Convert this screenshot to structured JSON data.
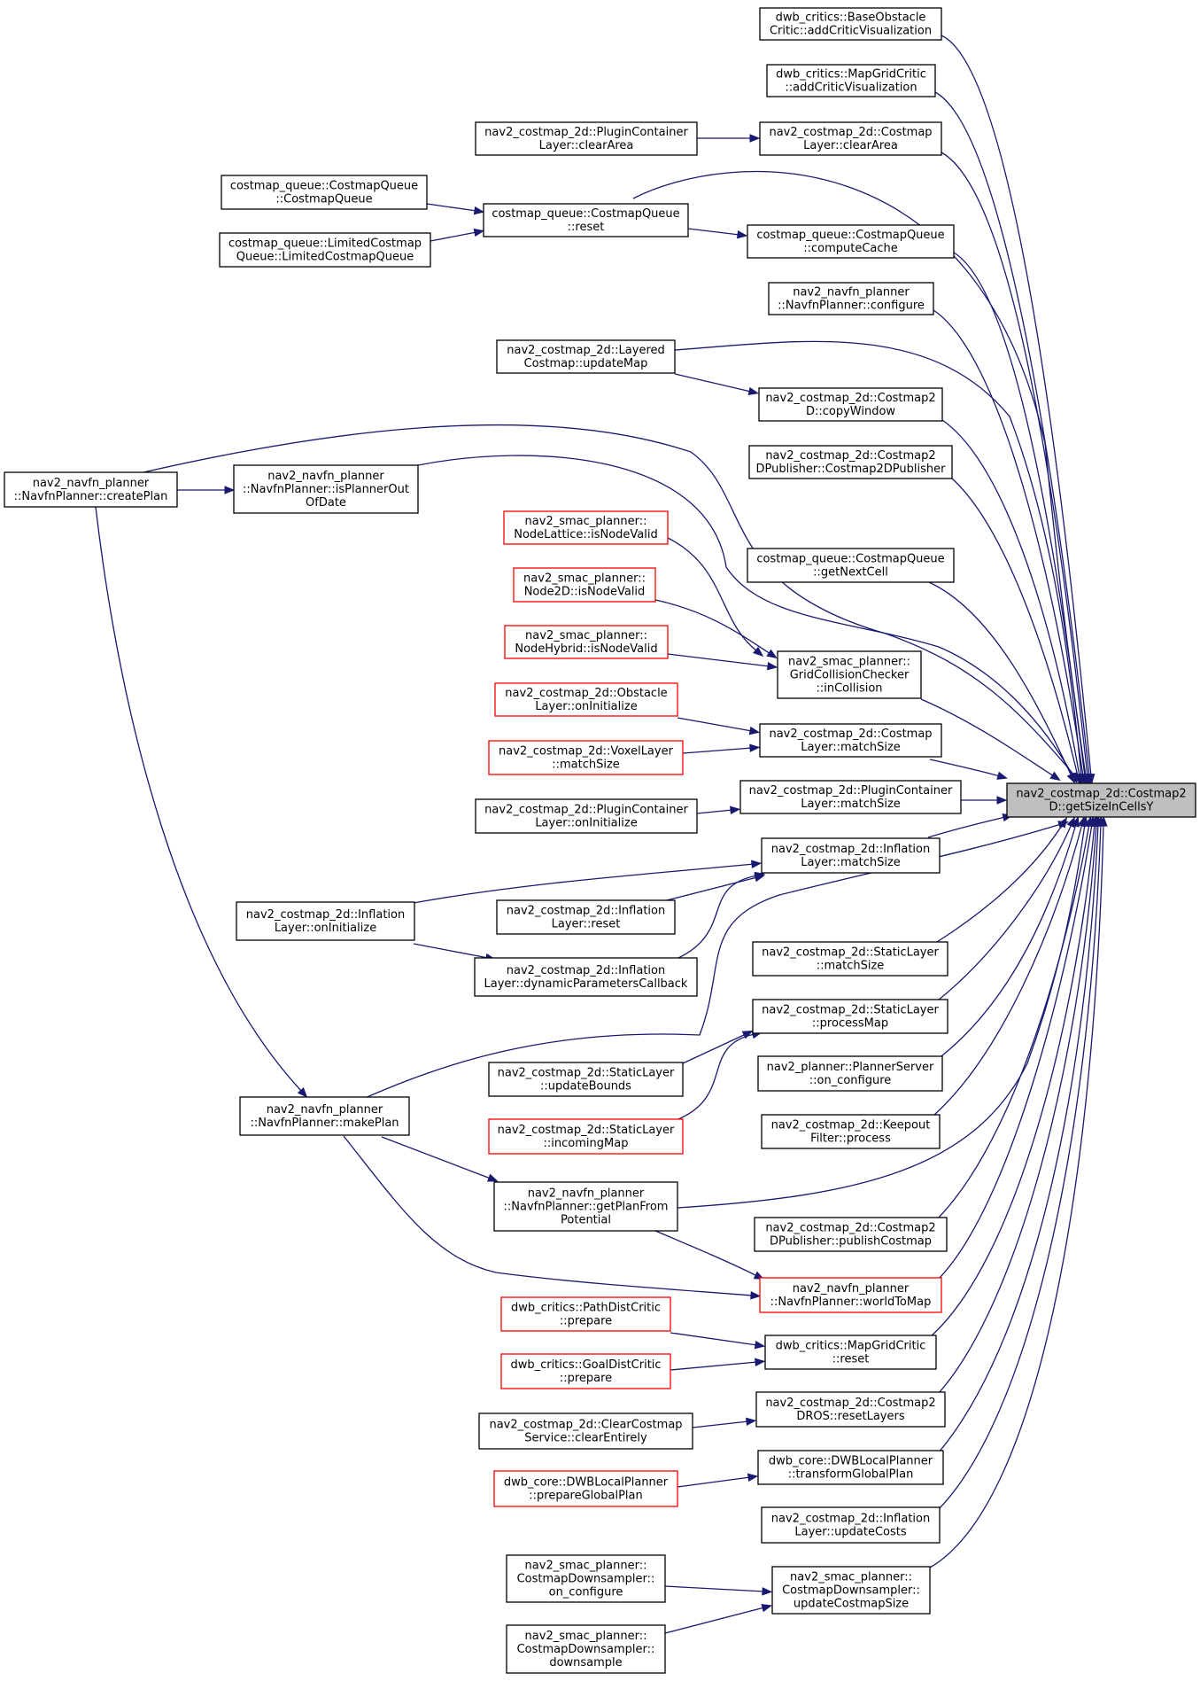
{
  "graph": {
    "title": "",
    "edge_color": "#191970",
    "node_border": "#000000",
    "node_border_truncated": "#ff0000",
    "focus_fill": "#bfbfbf",
    "nodes": [
      {
        "id": "target",
        "lines": [
          "nav2_costmap_2d::Costmap2",
          "D::getSizeInCellsY"
        ],
        "style": "focus"
      },
      {
        "id": "n1",
        "lines": [
          "dwb_critics::BaseObstacle",
          "Critic::addCriticVisualization"
        ],
        "style": "normal"
      },
      {
        "id": "n2",
        "lines": [
          "dwb_critics::MapGridCritic",
          "::addCriticVisualization"
        ],
        "style": "normal"
      },
      {
        "id": "n3",
        "lines": [
          "nav2_costmap_2d::Costmap",
          "Layer::clearArea"
        ],
        "style": "normal"
      },
      {
        "id": "n4",
        "lines": [
          "nav2_costmap_2d::PluginContainer",
          "Layer::clearArea"
        ],
        "style": "normal"
      },
      {
        "id": "n5",
        "lines": [
          "costmap_queue::CostmapQueue",
          "::reset"
        ],
        "style": "normal"
      },
      {
        "id": "n6",
        "lines": [
          "costmap_queue::CostmapQueue",
          "::CostmapQueue"
        ],
        "style": "normal"
      },
      {
        "id": "n7",
        "lines": [
          "costmap_queue::LimitedCostmap",
          "Queue::LimitedCostmapQueue"
        ],
        "style": "normal"
      },
      {
        "id": "n8",
        "lines": [
          "costmap_queue::CostmapQueue",
          "::computeCache"
        ],
        "style": "normal"
      },
      {
        "id": "n9",
        "lines": [
          "nav2_navfn_planner",
          "::NavfnPlanner::configure"
        ],
        "style": "normal"
      },
      {
        "id": "n10",
        "lines": [
          "nav2_costmap_2d::Layered",
          "Costmap::updateMap"
        ],
        "style": "normal"
      },
      {
        "id": "n11",
        "lines": [
          "nav2_costmap_2d::Costmap2",
          "D::copyWindow"
        ],
        "style": "normal"
      },
      {
        "id": "n12",
        "lines": [
          "nav2_costmap_2d::Costmap2",
          "DPublisher::Costmap2DPublisher"
        ],
        "style": "normal"
      },
      {
        "id": "n13",
        "lines": [
          "nav2_navfn_planner",
          "::NavfnPlanner::createPlan"
        ],
        "style": "normal"
      },
      {
        "id": "n14",
        "lines": [
          "nav2_navfn_planner",
          "::NavfnPlanner::isPlannerOut",
          "OfDate"
        ],
        "style": "normal"
      },
      {
        "id": "n15",
        "lines": [
          "costmap_queue::CostmapQueue",
          "::getNextCell"
        ],
        "style": "normal"
      },
      {
        "id": "n16",
        "lines": [
          "nav2_smac_planner::",
          "NodeLattice::isNodeValid"
        ],
        "style": "red"
      },
      {
        "id": "n17",
        "lines": [
          "nav2_smac_planner::",
          "Node2D::isNodeValid"
        ],
        "style": "red"
      },
      {
        "id": "n18",
        "lines": [
          "nav2_smac_planner::",
          "NodeHybrid::isNodeValid"
        ],
        "style": "red"
      },
      {
        "id": "n19",
        "lines": [
          "nav2_smac_planner::",
          "GridCollisionChecker",
          "::inCollision"
        ],
        "style": "normal"
      },
      {
        "id": "n20",
        "lines": [
          "nav2_costmap_2d::Obstacle",
          "Layer::onInitialize"
        ],
        "style": "red"
      },
      {
        "id": "n21",
        "lines": [
          "nav2_costmap_2d::Costmap",
          "Layer::matchSize"
        ],
        "style": "normal"
      },
      {
        "id": "n22",
        "lines": [
          "nav2_costmap_2d::VoxelLayer",
          "::matchSize"
        ],
        "style": "red"
      },
      {
        "id": "n23",
        "lines": [
          "nav2_costmap_2d::PluginContainer",
          "Layer::matchSize"
        ],
        "style": "normal"
      },
      {
        "id": "n24",
        "lines": [
          "nav2_costmap_2d::PluginContainer",
          "Layer::onInitialize"
        ],
        "style": "normal"
      },
      {
        "id": "n25",
        "lines": [
          "nav2_costmap_2d::Inflation",
          "Layer::matchSize"
        ],
        "style": "normal"
      },
      {
        "id": "n26",
        "lines": [
          "nav2_costmap_2d::Inflation",
          "Layer::onInitialize"
        ],
        "style": "normal"
      },
      {
        "id": "n27",
        "lines": [
          "nav2_costmap_2d::Inflation",
          "Layer::reset"
        ],
        "style": "normal"
      },
      {
        "id": "n28",
        "lines": [
          "nav2_costmap_2d::StaticLayer",
          "::matchSize"
        ],
        "style": "normal"
      },
      {
        "id": "n29",
        "lines": [
          "nav2_costmap_2d::Inflation",
          "Layer::dynamicParametersCallback"
        ],
        "style": "normal"
      },
      {
        "id": "n30",
        "lines": [
          "nav2_costmap_2d::StaticLayer",
          "::processMap"
        ],
        "style": "normal"
      },
      {
        "id": "n31",
        "lines": [
          "nav2_costmap_2d::StaticLayer",
          "::updateBounds"
        ],
        "style": "normal"
      },
      {
        "id": "n32",
        "lines": [
          "nav2_planner::PlannerServer",
          "::on_configure"
        ],
        "style": "normal"
      },
      {
        "id": "n33",
        "lines": [
          "nav2_navfn_planner",
          "::NavfnPlanner::makePlan"
        ],
        "style": "normal"
      },
      {
        "id": "n34",
        "lines": [
          "nav2_costmap_2d::StaticLayer",
          "::incomingMap"
        ],
        "style": "red"
      },
      {
        "id": "n35",
        "lines": [
          "nav2_costmap_2d::Keepout",
          "Filter::process"
        ],
        "style": "normal"
      },
      {
        "id": "n36",
        "lines": [
          "nav2_navfn_planner",
          "::NavfnPlanner::getPlanFrom",
          "Potential"
        ],
        "style": "normal"
      },
      {
        "id": "n37",
        "lines": [
          "nav2_costmap_2d::Costmap2",
          "DPublisher::publishCostmap"
        ],
        "style": "normal"
      },
      {
        "id": "n38",
        "lines": [
          "nav2_navfn_planner",
          "::NavfnPlanner::worldToMap"
        ],
        "style": "red"
      },
      {
        "id": "n39",
        "lines": [
          "dwb_critics::PathDistCritic",
          "::prepare"
        ],
        "style": "red"
      },
      {
        "id": "n40",
        "lines": [
          "dwb_critics::MapGridCritic",
          "::reset"
        ],
        "style": "normal"
      },
      {
        "id": "n41",
        "lines": [
          "dwb_critics::GoalDistCritic",
          "::prepare"
        ],
        "style": "red"
      },
      {
        "id": "n42",
        "lines": [
          "nav2_costmap_2d::Costmap2",
          "DROS::resetLayers"
        ],
        "style": "normal"
      },
      {
        "id": "n43",
        "lines": [
          "nav2_costmap_2d::ClearCostmap",
          "Service::clearEntirely"
        ],
        "style": "normal"
      },
      {
        "id": "n44",
        "lines": [
          "dwb_core::DWBLocalPlanner",
          "::transformGlobalPlan"
        ],
        "style": "normal"
      },
      {
        "id": "n45",
        "lines": [
          "dwb_core::DWBLocalPlanner",
          "::prepareGlobalPlan"
        ],
        "style": "red"
      },
      {
        "id": "n46",
        "lines": [
          "nav2_costmap_2d::Inflation",
          "Layer::updateCosts"
        ],
        "style": "normal"
      },
      {
        "id": "n47",
        "lines": [
          "nav2_smac_planner::",
          "CostmapDownsampler::",
          "on_configure"
        ],
        "style": "normal"
      },
      {
        "id": "n48",
        "lines": [
          "nav2_smac_planner::",
          "CostmapDownsampler::",
          "updateCostmapSize"
        ],
        "style": "normal"
      },
      {
        "id": "n49",
        "lines": [
          "nav2_smac_planner::",
          "CostmapDownsampler::",
          "downsample"
        ],
        "style": "normal"
      }
    ],
    "edges": [
      {
        "from": "n1",
        "to": "target"
      },
      {
        "from": "n2",
        "to": "target"
      },
      {
        "from": "n3",
        "to": "target"
      },
      {
        "from": "n4",
        "to": "n3"
      },
      {
        "from": "n5",
        "to": "target"
      },
      {
        "from": "n6",
        "to": "n5"
      },
      {
        "from": "n7",
        "to": "n5"
      },
      {
        "from": "n5",
        "to": "n8"
      },
      {
        "from": "n8",
        "to": "target"
      },
      {
        "from": "n9",
        "to": "target"
      },
      {
        "from": "n10",
        "to": "target"
      },
      {
        "from": "n10",
        "to": "n11"
      },
      {
        "from": "n11",
        "to": "target"
      },
      {
        "from": "n12",
        "to": "target"
      },
      {
        "from": "n13",
        "to": "target"
      },
      {
        "from": "n13",
        "to": "n14"
      },
      {
        "from": "n14",
        "to": "target"
      },
      {
        "from": "n15",
        "to": "target"
      },
      {
        "from": "n16",
        "to": "n19"
      },
      {
        "from": "n17",
        "to": "n19"
      },
      {
        "from": "n18",
        "to": "n19"
      },
      {
        "from": "n19",
        "to": "target"
      },
      {
        "from": "n20",
        "to": "n21"
      },
      {
        "from": "n22",
        "to": "n21"
      },
      {
        "from": "n21",
        "to": "target"
      },
      {
        "from": "n23",
        "to": "target"
      },
      {
        "from": "n24",
        "to": "n23"
      },
      {
        "from": "n25",
        "to": "target"
      },
      {
        "from": "n26",
        "to": "n25"
      },
      {
        "from": "n26",
        "to": "n29"
      },
      {
        "from": "n27",
        "to": "n25"
      },
      {
        "from": "n29",
        "to": "n25"
      },
      {
        "from": "n28",
        "to": "target"
      },
      {
        "from": "n30",
        "to": "target"
      },
      {
        "from": "n31",
        "to": "n30"
      },
      {
        "from": "n34",
        "to": "n30"
      },
      {
        "from": "n32",
        "to": "target"
      },
      {
        "from": "n13",
        "to": "n33"
      },
      {
        "from": "n33",
        "to": "target"
      },
      {
        "from": "n33",
        "to": "n36"
      },
      {
        "from": "n33",
        "to": "n38"
      },
      {
        "from": "n35",
        "to": "target"
      },
      {
        "from": "n36",
        "to": "target"
      },
      {
        "from": "n36",
        "to": "n38"
      },
      {
        "from": "n37",
        "to": "target"
      },
      {
        "from": "n38",
        "to": "target"
      },
      {
        "from": "n39",
        "to": "n40"
      },
      {
        "from": "n41",
        "to": "n40"
      },
      {
        "from": "n40",
        "to": "target"
      },
      {
        "from": "n43",
        "to": "n42"
      },
      {
        "from": "n42",
        "to": "target"
      },
      {
        "from": "n45",
        "to": "n44"
      },
      {
        "from": "n44",
        "to": "target"
      },
      {
        "from": "n46",
        "to": "target"
      },
      {
        "from": "n47",
        "to": "n48"
      },
      {
        "from": "n49",
        "to": "n48"
      },
      {
        "from": "n48",
        "to": "target"
      }
    ]
  }
}
